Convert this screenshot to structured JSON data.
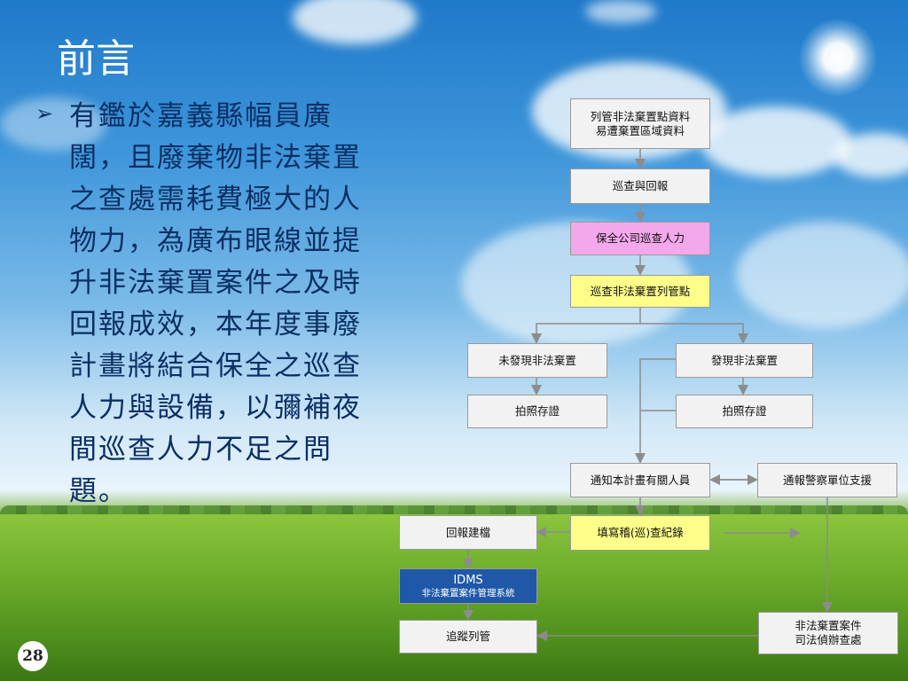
{
  "slide": {
    "title": "前言",
    "bullet_text": "有鑑於嘉義縣幅員廣闊，且廢棄物非法棄置之查處需耗費極大的人物力，為廣布眼線並提升非法棄置案件之及時回報成效，本年度事廢計畫將結合保全之巡查人力與設備，以彌補夜間巡查人力不足之問題。",
    "page_number": "28"
  },
  "flowchart": {
    "list_data_line1": "列管非法棄置點資料",
    "list_data_line2": "易遭棄置區域資料",
    "patrol_report": "巡查與回報",
    "security_patrol": "保全公司巡查人力",
    "patrol_points": "巡查非法棄置列管點",
    "not_found": "未發現非法棄置",
    "found": "發現非法棄置",
    "photo_left": "拍照存證",
    "photo_right": "拍照存證",
    "notify_staff": "通知本計畫有關人員",
    "notify_police": "通報警察單位支援",
    "report_file": "回報建檔",
    "fill_record": "填寫稽(巡)查紀錄",
    "idms_title": "IDMS",
    "idms_subtitle": "非法棄置案件管理系統",
    "track": "追蹤列管",
    "judicial_line1": "非法棄置案件",
    "judicial_line2": "司法偵辦查處"
  },
  "colors": {
    "title_text": "#ffffff",
    "body_text": "#0b2f63",
    "pink_box": "#f4a8ec",
    "yellow_box": "#fdfd8a",
    "idms_box": "#1f58a7",
    "gray_box": "#f2f2f2",
    "arrow": "#8c8c8c"
  }
}
